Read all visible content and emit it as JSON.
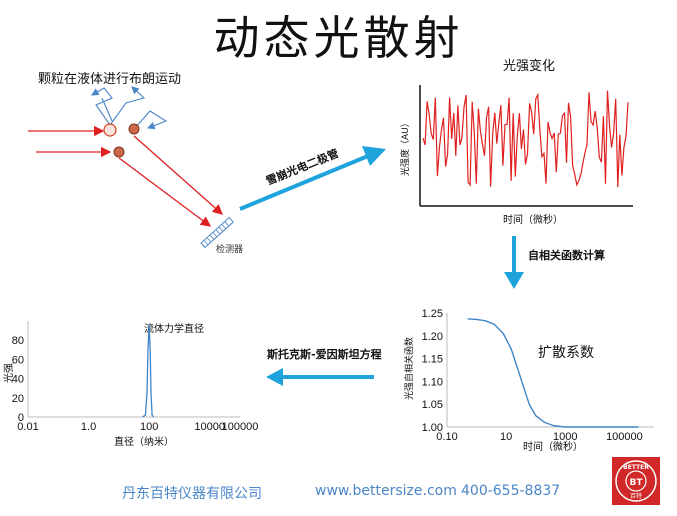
{
  "title": "动态光散射",
  "brownian_label": "颗粒在液体进行布朗运动",
  "detector_label": "检测器",
  "apd_label": "雪崩光电二极管",
  "intensity_title": "光强变化",
  "intensity_ylabel": "光强度（AU）",
  "intensity_xlabel": "时间（微秒）",
  "autocorr_step": "自相关函数计算",
  "diffusion_label": "扩散系数",
  "stokes_label": "斯托克斯-爱因斯坦方程",
  "hydro_label": "流体力学直径",
  "colors": {
    "arrow_blue": "#1fa3dd",
    "laser_red": "#e02020",
    "brown_blue": "#4a86c8",
    "signal_red": "#e02020",
    "curve_blue": "#3f85c9"
  },
  "chart_data": [
    {
      "type": "line",
      "title": "",
      "xlabel": "时间（微秒）",
      "ylabel": "光强自相关函数",
      "xscale": "log",
      "xlim": [
        0.1,
        1000000
      ],
      "ylim": [
        1.0,
        1.25
      ],
      "x_ticks": [
        "0.10",
        "10",
        "1000",
        "100000"
      ],
      "y_ticks": [
        "1.00",
        "1.05",
        "1.10",
        "1.15",
        "1.20",
        "1.25"
      ],
      "x": [
        0.5,
        1,
        2,
        4,
        8,
        15,
        30,
        60,
        100,
        200,
        400,
        1000,
        10000,
        300000
      ],
      "y": [
        1.237,
        1.236,
        1.233,
        1.225,
        1.205,
        1.17,
        1.11,
        1.05,
        1.025,
        1.01,
        1.003,
        1.0,
        1.0,
        1.0
      ]
    },
    {
      "type": "line",
      "title": "",
      "xlabel": "直径（纳米）",
      "ylabel": "光强",
      "xscale": "log",
      "xlim": [
        0.01,
        100000
      ],
      "ylim": [
        0,
        100
      ],
      "x_ticks": [
        "0.01",
        "1.0",
        "100",
        "10000",
        "100000"
      ],
      "y_ticks": [
        "0",
        "20",
        "40",
        "60",
        "80"
      ],
      "x": [
        60,
        75,
        85,
        92,
        100,
        108,
        115,
        125,
        140
      ],
      "y": [
        0,
        2,
        25,
        70,
        96,
        70,
        25,
        2,
        0
      ],
      "annotation": "流体力学直径"
    }
  ],
  "footer": {
    "company": "丹东百特仪器有限公司",
    "website": "www.bettersize.com",
    "phone": "400-655-8837"
  },
  "logo": {
    "text": "BETTER",
    "inner": "BT",
    "bottom": "百特"
  }
}
